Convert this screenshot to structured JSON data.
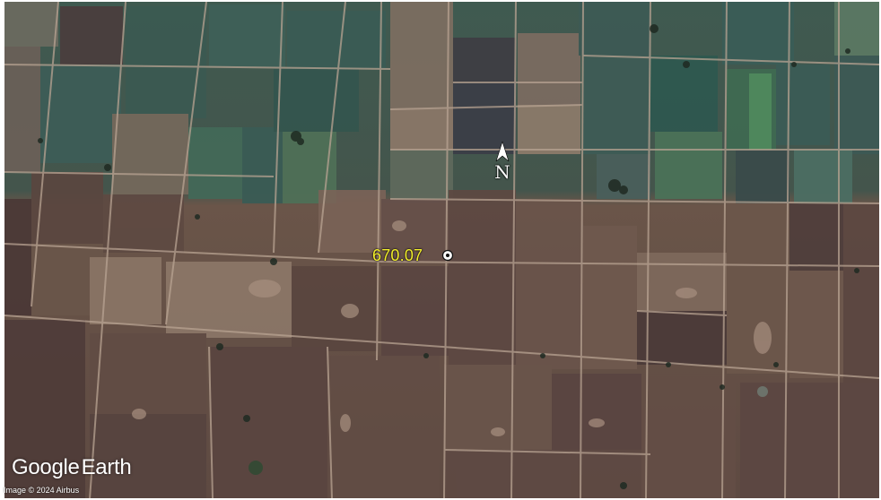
{
  "map": {
    "north_label": "N",
    "elevation_value": "670.07",
    "logo_word_1": "Google",
    "logo_word_2": "Earth",
    "attribution": "Image © 2024 Airbus",
    "colors": {
      "marker": "#f3ef2b",
      "label": "#f3ef2b",
      "north": "#ffffff"
    },
    "icons": [
      "north-arrow-icon",
      "elevation-point-icon"
    ]
  }
}
